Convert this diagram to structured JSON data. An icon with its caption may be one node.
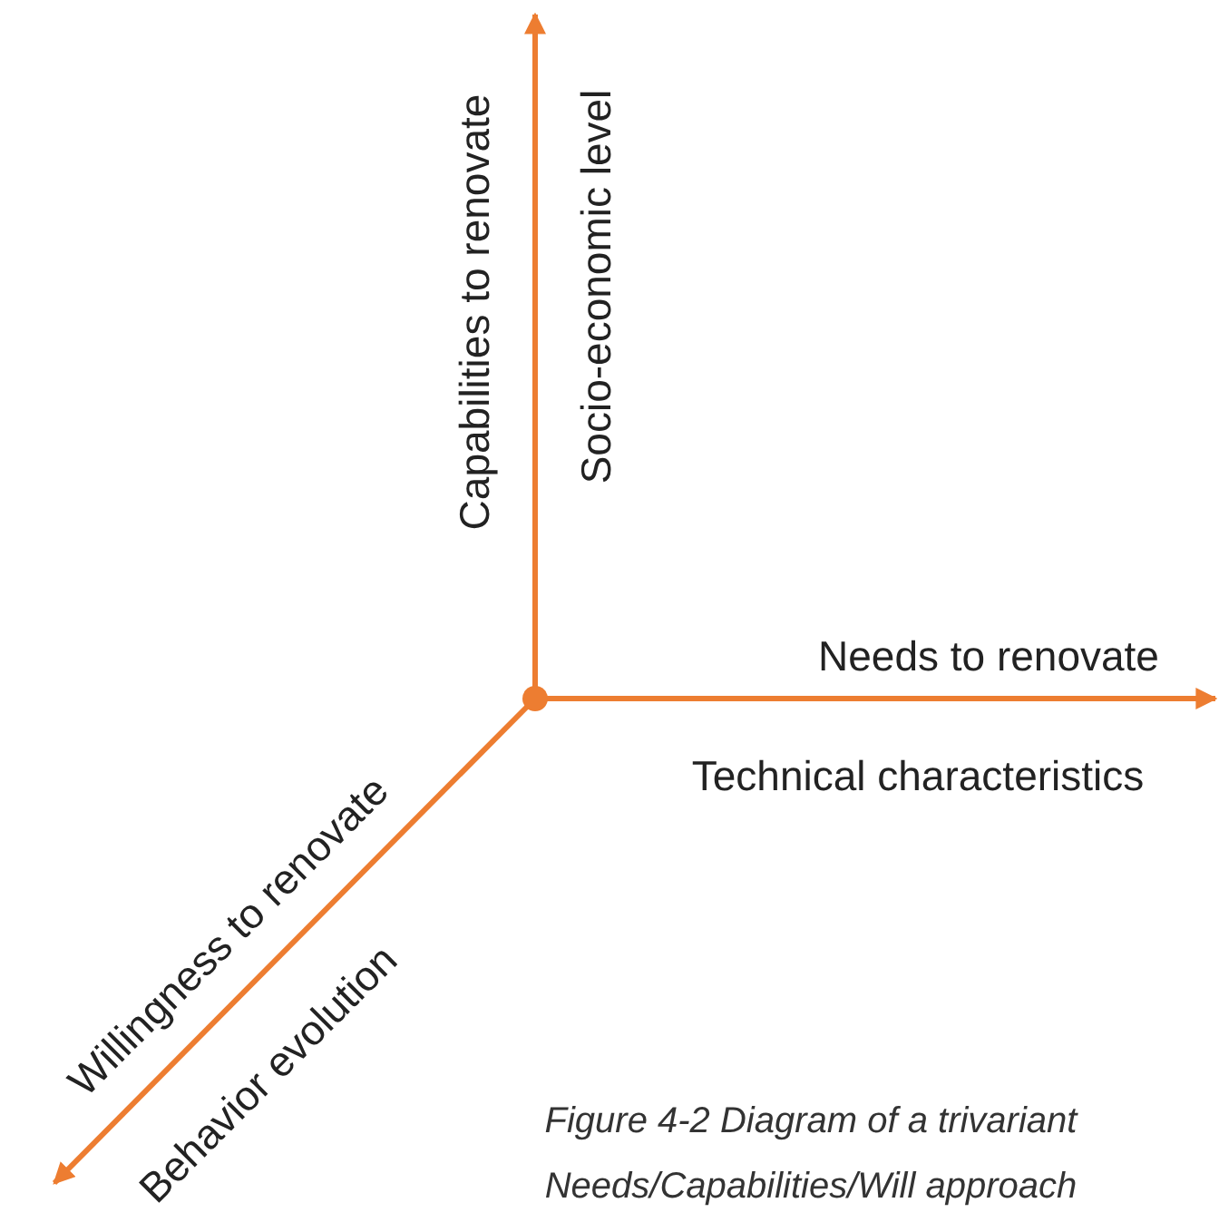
{
  "diagram": {
    "caption": "Figure 4-2 Diagram of a trivariant Needs/Capabilities/Will  approach",
    "nodes": [
      {
        "text": [],
        "shape": "circle"
      }
    ],
    "labels": [
      "Capabilities to renovate",
      "Socio-economic level",
      "Needs to renovate",
      "Technical characteristics",
      "Willingness to renovate",
      "Behavior evolution"
    ]
  }
}
